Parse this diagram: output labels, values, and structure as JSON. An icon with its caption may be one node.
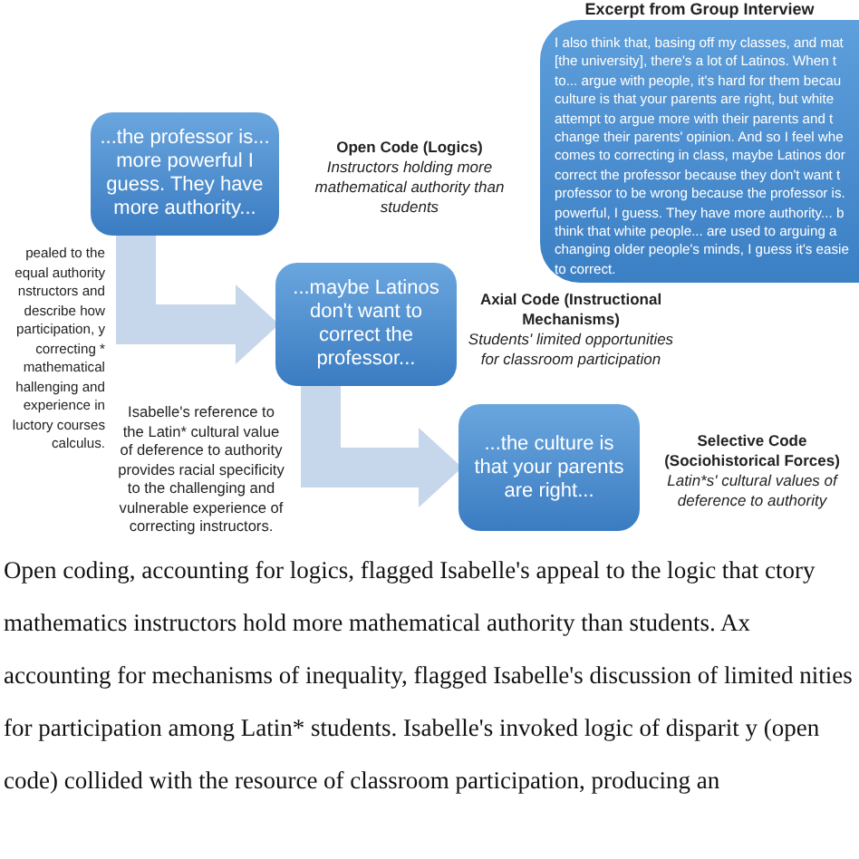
{
  "diagram": {
    "nodes": [
      {
        "text": [
          "...the professor is... more powerful I guess.  They have more authority..."
        ],
        "beside": [
          "Open Code (Logics)",
          "Instructors holding more mathematical authority than students"
        ]
      },
      {
        "text": [
          "...maybe Latinos don't want to correct the professor..."
        ],
        "beside": [
          "Axial Code (Instructional Mechanisms)",
          "Students' limited opportunities for classroom participation"
        ]
      },
      {
        "text": [
          "...the culture is that your parents are right..."
        ],
        "beside": [
          "Selective Code (Sociohistorical Forces)",
          "Latin*s' cultural values of deference to authority"
        ]
      },
      {
        "text": [
          "Excerpt from Group Interview",
          "I also think that, basing off my classes, and mat [the university], there's a lot of Latinos. When t to... argue with people, it's hard for them becau culture is that your parents are right, but white attempt to argue more with their parents and t change their parents' opinion. And so I feel whe comes to correcting in class, maybe Latinos dor correct the professor because they don't want t professor to be wrong because the professor is. powerful, I guess. They have more authority... b think that white people... are used to arguing a changing older people's minds, I guess it's easie to correct."
        ]
      }
    ],
    "edges": [
      {
        "from": 0,
        "to": 1,
        "arrow": "to"
      },
      {
        "from": 1,
        "to": 2,
        "arrow": "to"
      }
    ],
    "labels": [
      "pealed to the equal authority nstructors and describe how participation, y correcting * mathematical hallenging and experience in luctory courses calculus.",
      "Isabelle's reference to the Latin* cultural value of deference to authority provides racial specificity to the challenging and vulnerable experience of correcting instructors."
    ],
    "caption": "Open coding, accounting for logics, flagged Isabelle's appeal to the logic that ctory mathematics instructors hold more mathematical authority than students. Ax accounting for mechanisms of inequality, flagged Isabelle's discussion of limited nities for participation among Latin* students. Isabelle's invoked logic of disparit y (open code) collided with the resource of classroom participation, producing an"
  }
}
